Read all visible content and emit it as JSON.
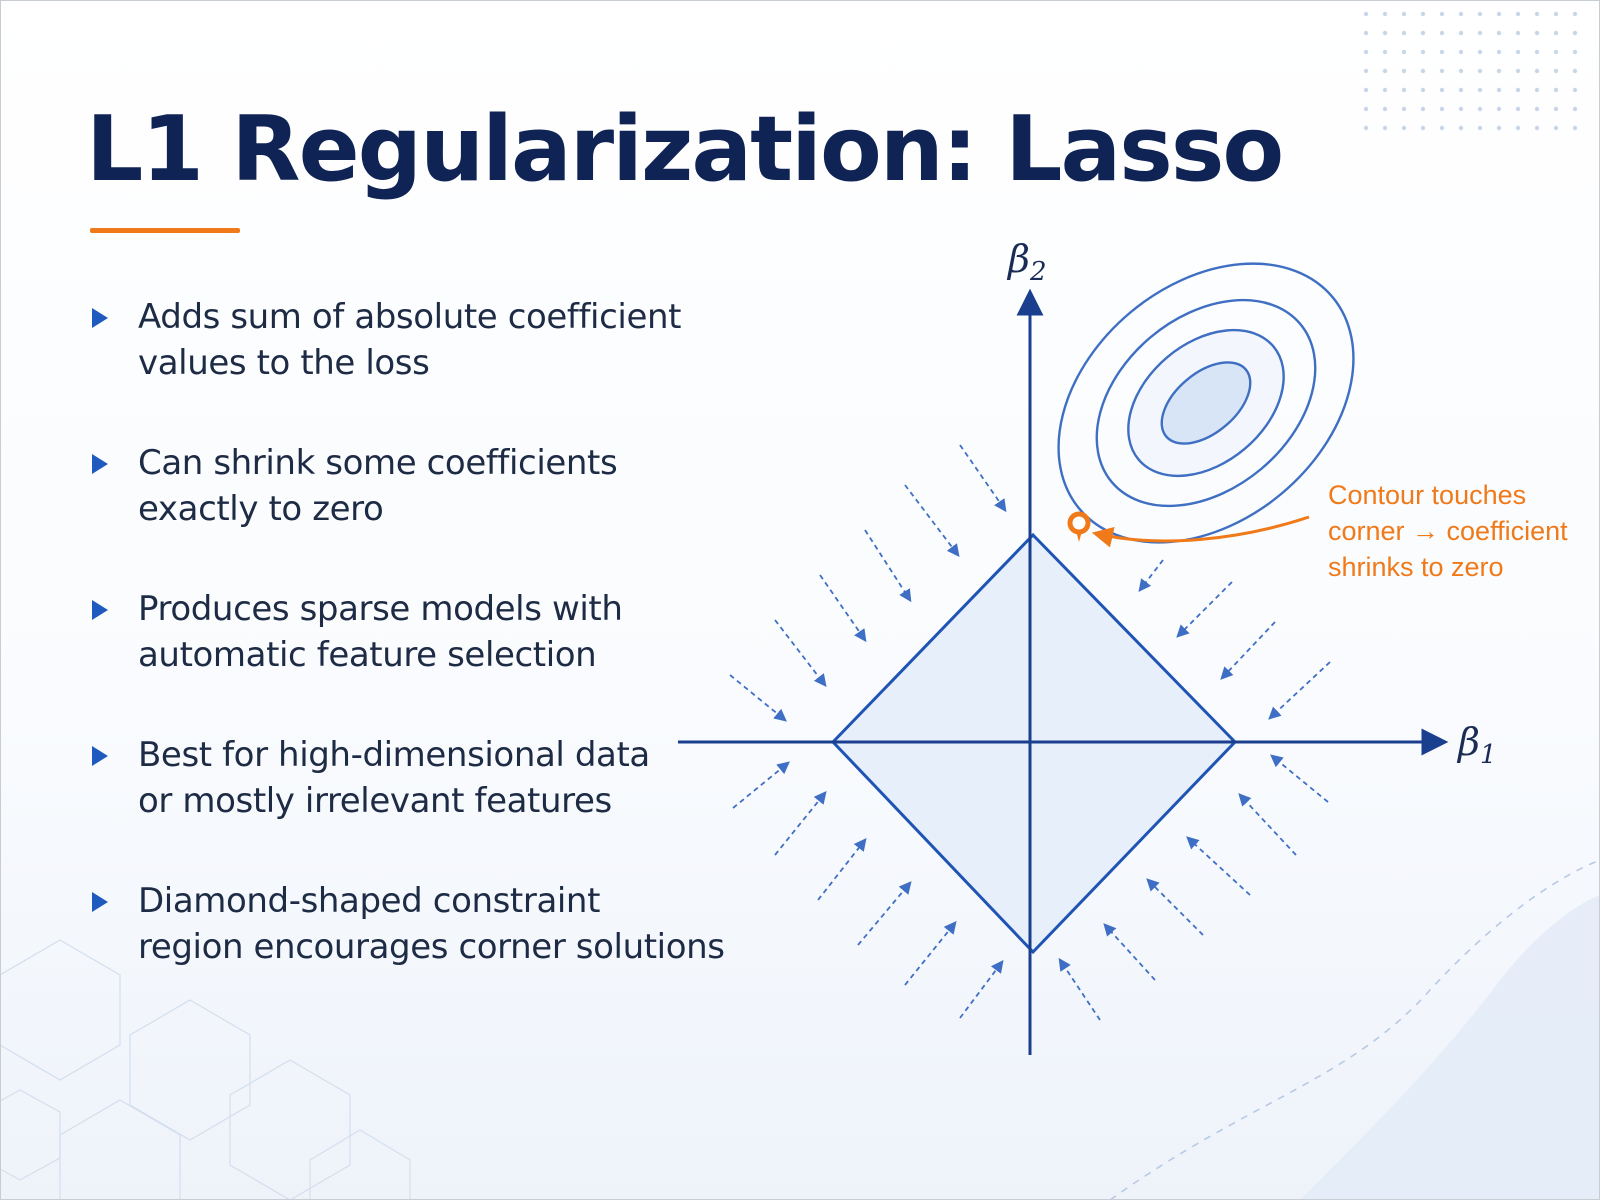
{
  "slide": {
    "title": "L1 Regularization: Lasso",
    "accent_color": "#f07a1a",
    "primary_color": "#1f5bbf",
    "title_color": "#0f2355"
  },
  "bullets": [
    {
      "lines": [
        "Adds sum of absolute coefficient",
        "values to the loss"
      ]
    },
    {
      "lines": [
        "Can shrink some coefficients",
        "exactly to zero"
      ]
    },
    {
      "lines": [
        "Produces sparse models with",
        "automatic feature selection"
      ]
    },
    {
      "lines": [
        "Best for high-dimensional data",
        "or mostly irrelevant features"
      ]
    },
    {
      "lines": [
        "Diamond-shaped constraint",
        "region encourages corner solutions"
      ]
    }
  ],
  "diagram": {
    "axes": {
      "x_symbol": "β",
      "x_subscript": "1",
      "y_symbol": "β",
      "y_subscript": "2"
    },
    "constraint_region": "diamond",
    "contour_count": 4,
    "callout": {
      "lines": [
        "Contour touches",
        "corner → coefficient",
        "shrinks to zero"
      ],
      "marker_icon": "location-pin-icon"
    }
  }
}
